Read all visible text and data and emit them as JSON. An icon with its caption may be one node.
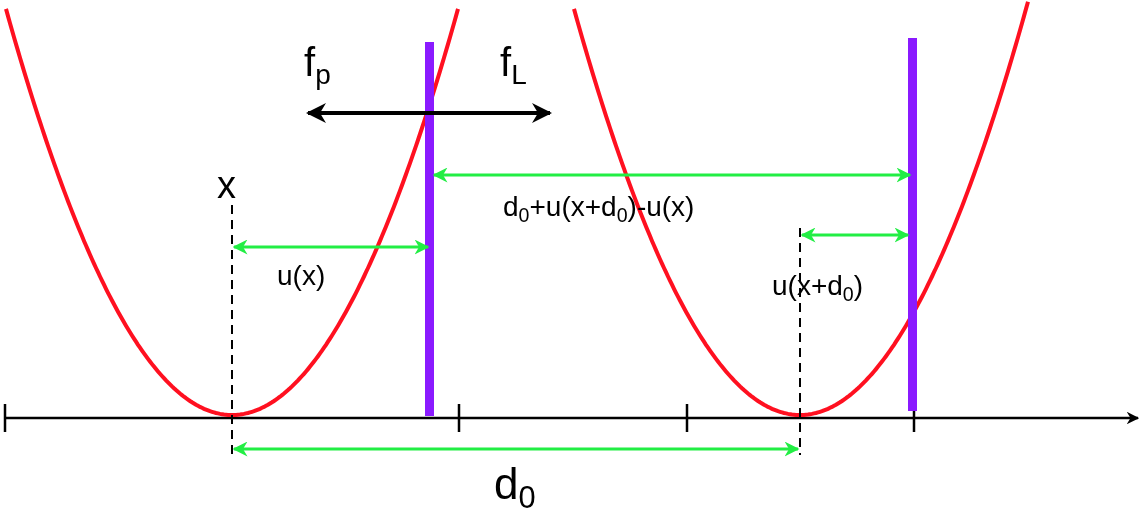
{
  "diagram": {
    "labels": [
      "f$_{p}$",
      "f$_{L}$",
      "x",
      "d$_{0}$+u(x+d$_{0}$)-u(x)",
      "u(x)",
      "u(x+d$_{0}$)",
      "d$_{0}$"
    ]
  }
}
